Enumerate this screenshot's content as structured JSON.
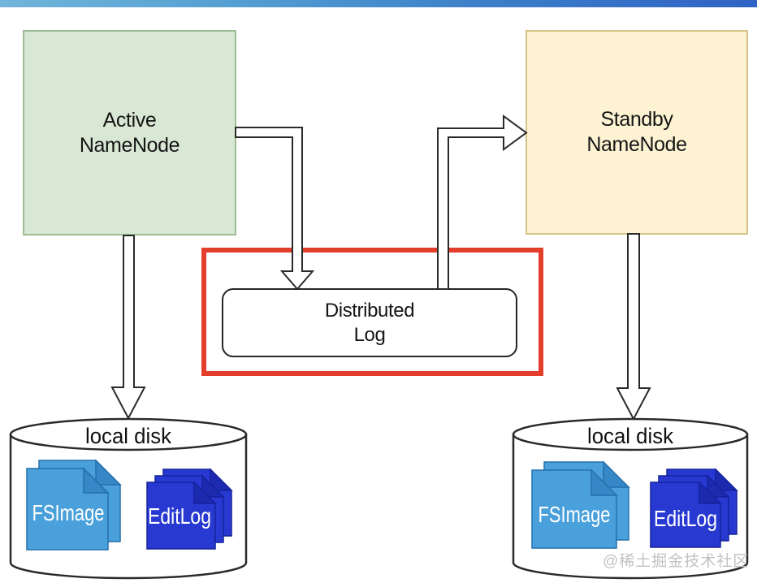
{
  "header": {
    "top_bar_gradient_start": "#72b5da",
    "top_bar_gradient_end": "#2f63c4"
  },
  "nodes": {
    "active_namenode": {
      "line1": "Active",
      "line2": "NameNode",
      "fill": "#d9e8d4",
      "border": "#9cbd94"
    },
    "standby_namenode": {
      "line1": "Standby",
      "line2": "NameNode",
      "fill": "#fdf3d3",
      "border": "#d7c286"
    },
    "distributed_log": {
      "line1": "Distributed",
      "line2": "Log",
      "fill": "#ffffff",
      "border": "#262626",
      "highlight_frame_color": "#e33d2b"
    }
  },
  "disks": {
    "left": {
      "label": "local disk",
      "files": [
        {
          "name": "FSImage",
          "color": "#4aa0da"
        },
        {
          "name": "EditLog",
          "color": "#2839d2"
        }
      ]
    },
    "right": {
      "label": "local disk",
      "files": [
        {
          "name": "FSImage",
          "color": "#4aa0da"
        },
        {
          "name": "EditLog",
          "color": "#2839d2"
        }
      ]
    }
  },
  "watermark": {
    "text": "@稀土掘金技术社区"
  }
}
